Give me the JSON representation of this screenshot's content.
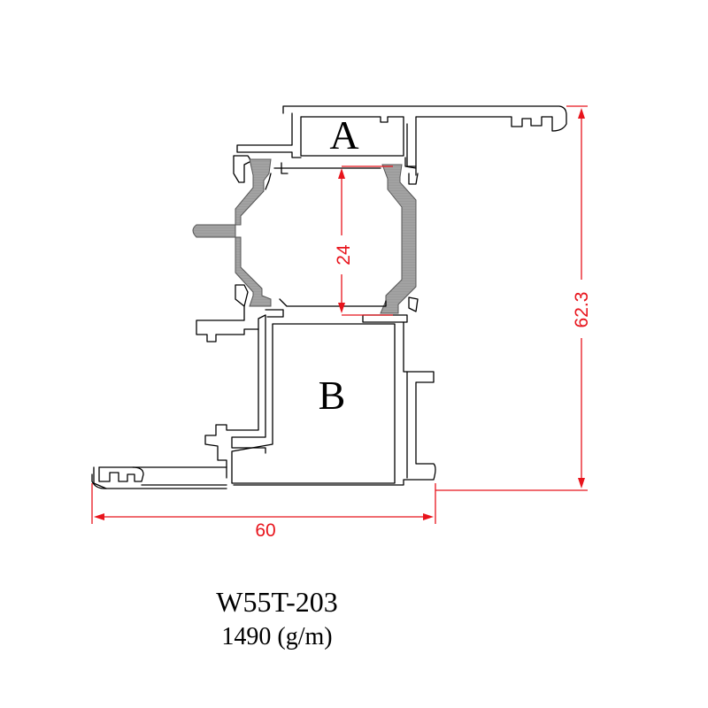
{
  "chambers": {
    "a_label": "A",
    "b_label": "B"
  },
  "dimensions": {
    "thermal_gap": "24",
    "total_height": "62.3",
    "total_width": "60"
  },
  "part": {
    "code": "W55T-203",
    "weight": "1490 (g/m)"
  },
  "colors": {
    "profile_stroke": "#000000",
    "dimension": "#e8141c",
    "thermal_break_fill": "#9a9a9a"
  }
}
